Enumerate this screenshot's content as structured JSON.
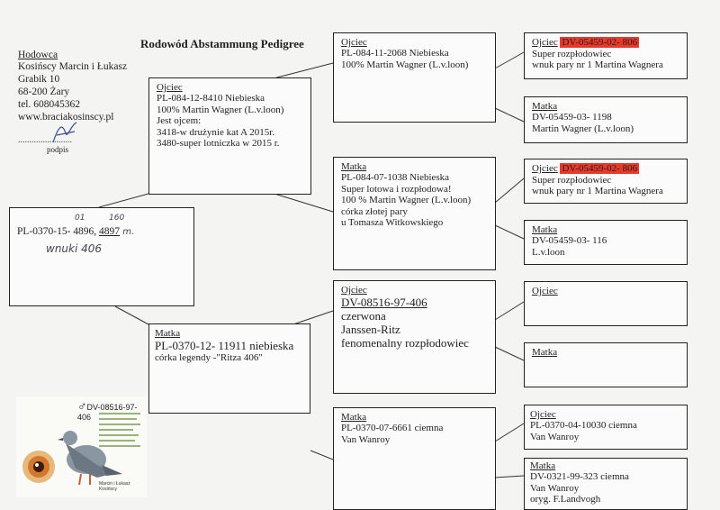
{
  "title": "Rodowód Abstammung Pedigree",
  "breeder": {
    "label": "Hodowca",
    "lines": [
      "Kosińscy Marcin i Łukasz",
      "Grabik 10",
      "68-200 Żary",
      "tel. 608045362",
      "www.braciakosinscy.pl"
    ],
    "signature_label": "podpis",
    "dots": "........................"
  },
  "subject": {
    "ring_prefix": "PL-0370-15- 4896, ",
    "ring_underlined": "4897",
    "ring_suffix": " m.",
    "hand_01": "01",
    "hand_160": "160",
    "hand_note": "wnuki 406"
  },
  "father": {
    "label": "Ojciec",
    "lines": [
      "PL-084-12-8410  Niebieska",
      "100% Martin Wagner (L.v.loon)",
      "Jest ojcem:",
      "3418-w drużynie kat A 2015r.",
      "3480-super lotniczka w 2015 r."
    ]
  },
  "mother": {
    "label": "Matka",
    "ring": "PL-0370-12- 11911 niebieska",
    "note": "córka legendy -\"Ritza 406\""
  },
  "ff": {
    "label": "Ojciec",
    "lines": [
      "PL-084-11-2068   Niebieska",
      "100% Martin Wagner (L.v.loon)"
    ]
  },
  "fm": {
    "label": "Matka",
    "lines": [
      "PL-084-07-1038  Niebieska",
      "Super lotowa i rozpłodowa!",
      "100 % Martin Wagner (L.v.loon)",
      "córka złotej pary",
      "u Tomasza Witkowskiego"
    ]
  },
  "mf": {
    "label": "Ojciec",
    "ring": "DV-08516-97-406",
    "lines": [
      "czerwona",
      "Janssen-Ritz",
      "fenomenalny rozpłodowiec"
    ]
  },
  "mm": {
    "label": "Matka",
    "lines": [
      "PL-0370-07-6661 ciemna",
      "Van Wanroy"
    ]
  },
  "fff": {
    "label": "Ojciec",
    "ring": "DV-05459-02- 806",
    "lines": [
      "Super rozpłodowiec",
      "wnuk pary nr 1 Martina Wagnera"
    ]
  },
  "ffm": {
    "label": "Matka",
    "lines": [
      "DV-05459-03- 1198",
      "Martin Wagner (L.v.loon)"
    ]
  },
  "fmf": {
    "label": "Ojciec",
    "ring": "DV-05459-02- 806",
    "lines": [
      "Super rozpłodowiec",
      "wnuk pary nr 1 Martina Wagnera"
    ]
  },
  "fmm": {
    "label": "Matka",
    "lines": [
      "DV-05459-03- 116",
      "L.v.loon"
    ]
  },
  "mff": {
    "label": "Ojciec"
  },
  "mfm": {
    "label": "Matka"
  },
  "mmf": {
    "label": "Ojciec",
    "lines": [
      "PL-0370-04-10030 ciemna",
      "Van Wanroy"
    ]
  },
  "mmm": {
    "label": "Matka",
    "lines": [
      "DV-0321-99-323 ciemna",
      "Van Wanroy",
      "oryg. F.Landvogh"
    ]
  },
  "photo": {
    "ring": "DV-08516-97-406",
    "owner": "Marcin i Łukasz Kosińscy"
  },
  "colors": {
    "highlight": "#e8392a",
    "ink": "#222222",
    "paper": "#f4f4f2"
  }
}
